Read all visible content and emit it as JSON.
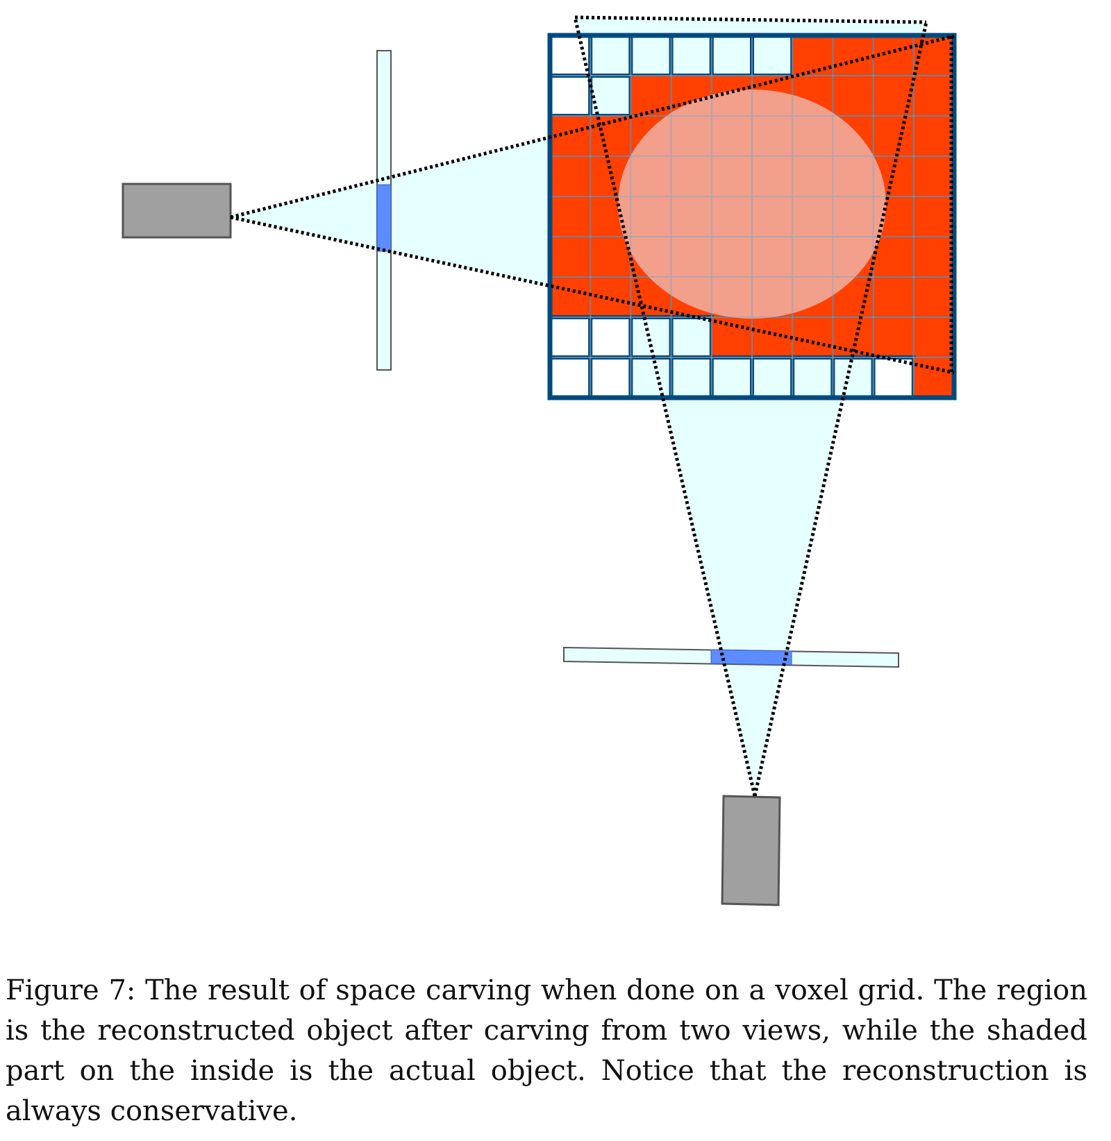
{
  "caption": {
    "label": "Figure 7:",
    "text": "The result of space carving when done on a voxel grid. The region is the reconstructed object after carving from two views, while the shaded part on the inside is the actual object. Notice that the reconstruction is always conservative."
  },
  "colors": {
    "background": "#ffffff",
    "frustum_fill": "#e6ffff",
    "voxel_filled": "#ff4000",
    "voxel_empty": "#ffffff",
    "voxel_in_view": "#e6ffff",
    "grid_frame": "#004a80",
    "object_shade": "#f0b0a4",
    "camera_body": "#a0a0a0",
    "image_plane": "#e6ffff",
    "image_plane_highlight": "#5c8cff",
    "ray": "#000000"
  },
  "voxel_grid": {
    "rows": 9,
    "cols": 10,
    "legend": "F = filled (reconstructed), L = empty voxel inside a viewing frustum, W = empty voxel outside both frusta",
    "cells": [
      "WLLLLLFFFF",
      "WLFFFFFFFF",
      "FFFFFFFFFF",
      "FFFFFFFFFF",
      "FFFFFFFFFF",
      "FFFFFFFFFF",
      "FFFFFFFFFF",
      "WWLLFFFFFF",
      "WWLLLLLLWF"
    ]
  },
  "cameras": [
    {
      "name": "left camera",
      "orientation": "horizontal"
    },
    {
      "name": "bottom camera",
      "orientation": "vertical"
    }
  ]
}
